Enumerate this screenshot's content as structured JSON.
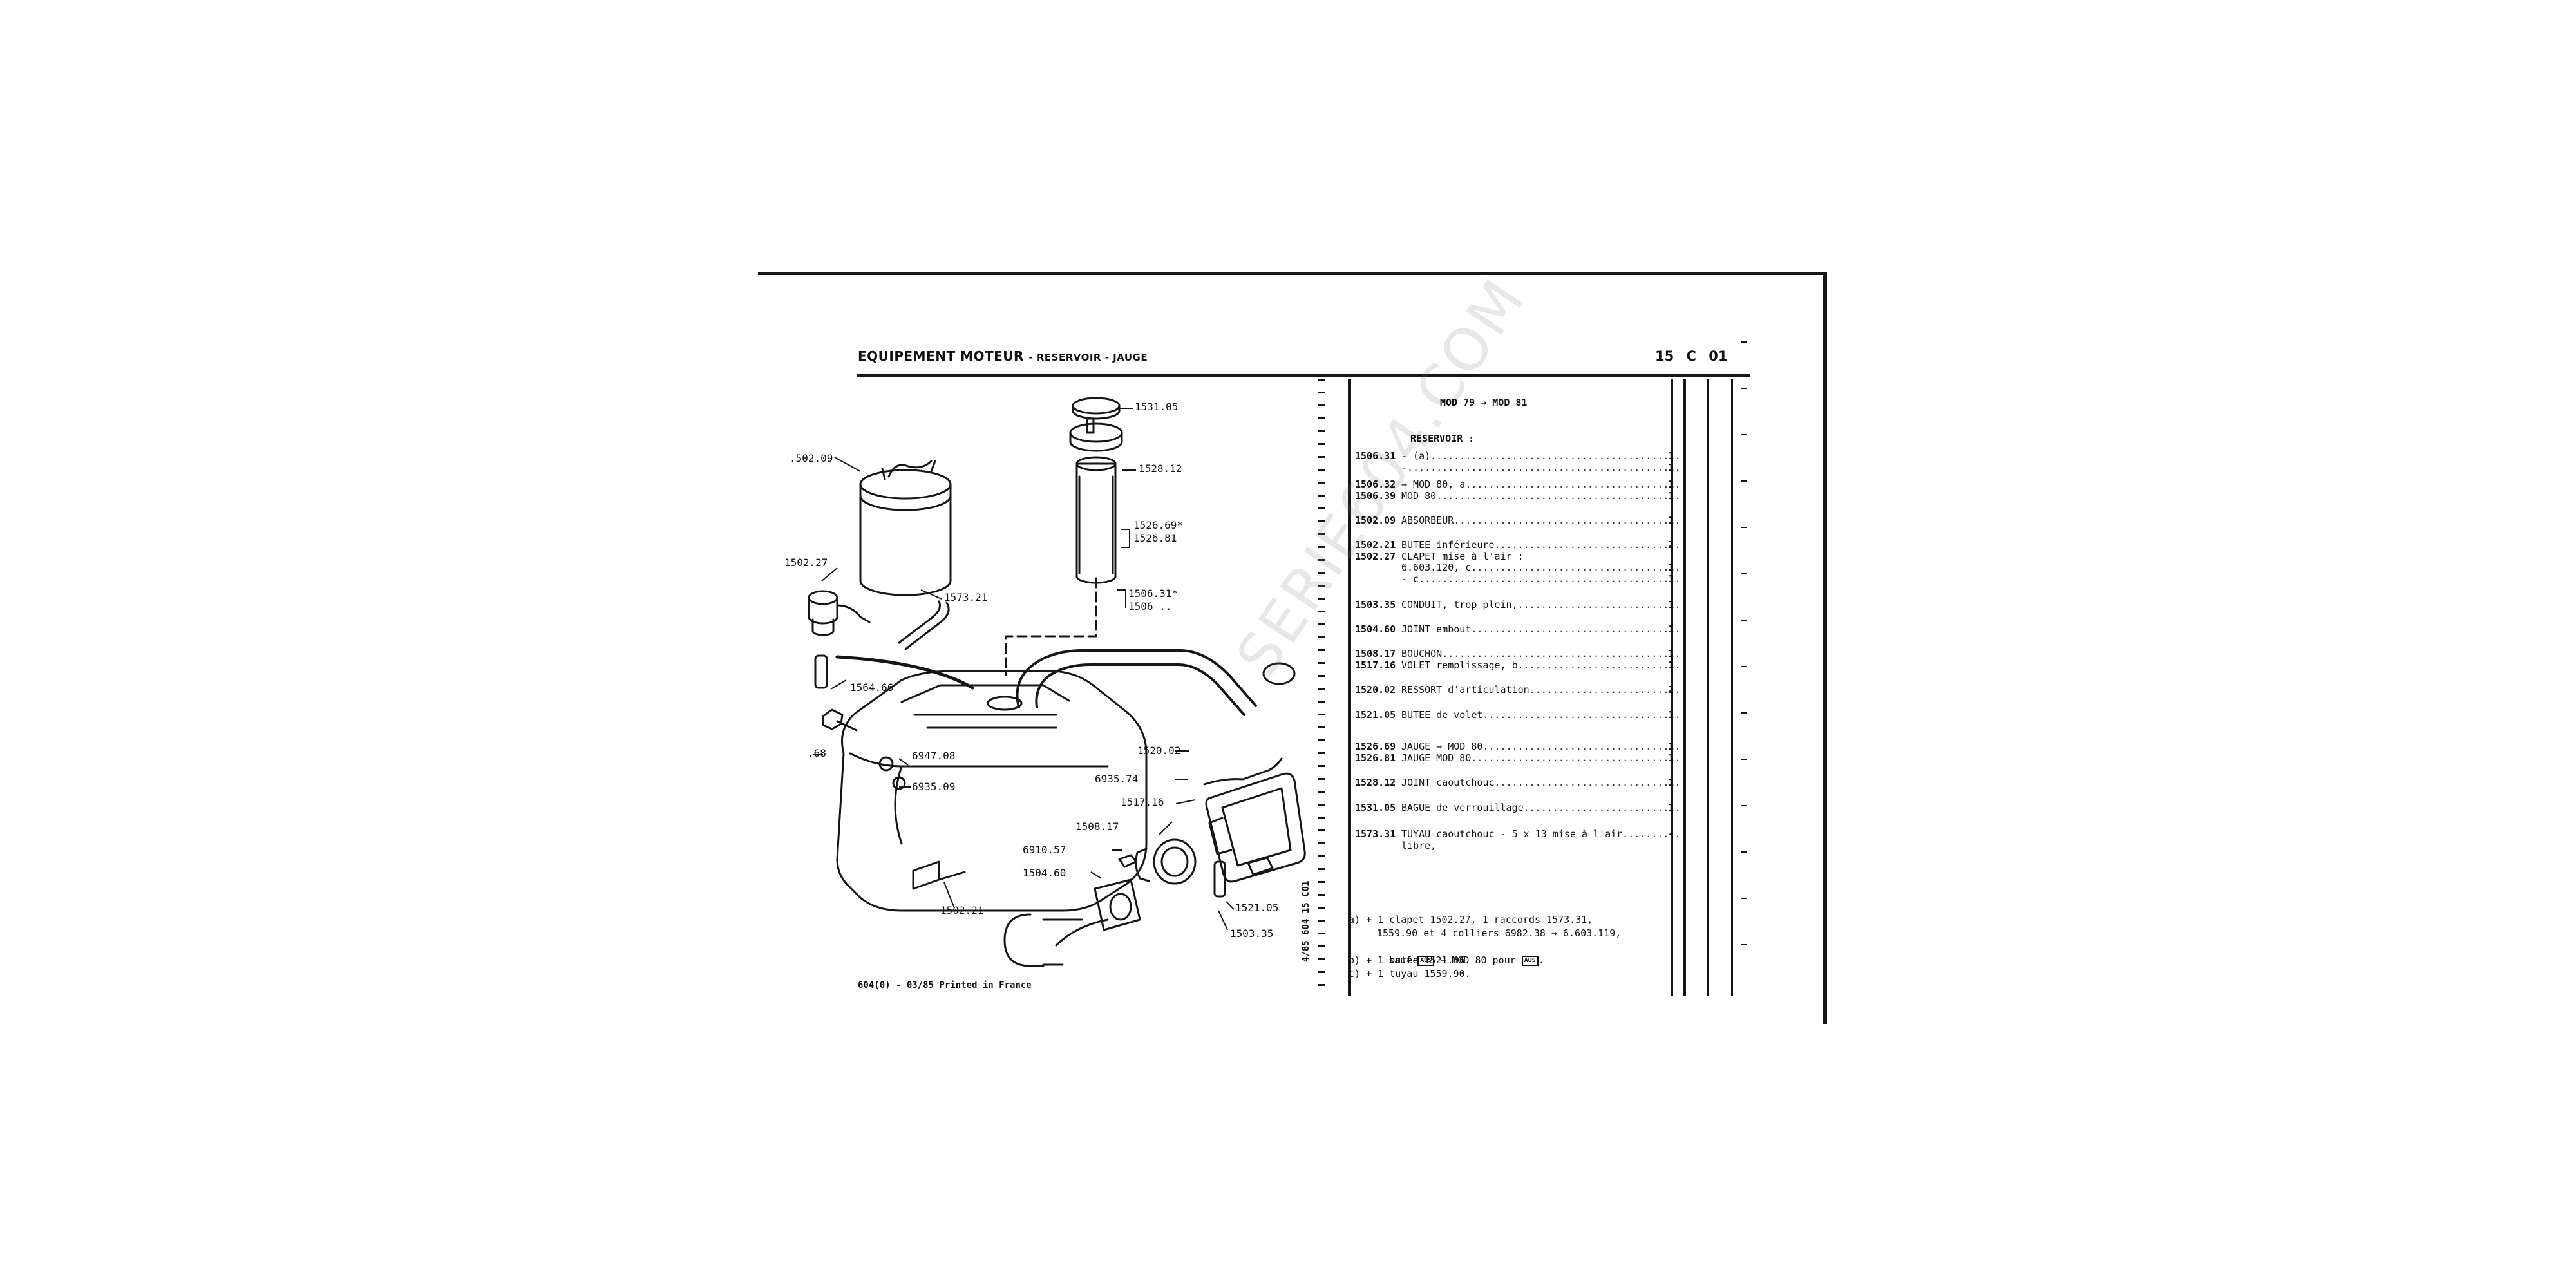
{
  "header": {
    "title_main": "EQUIPEMENT MOTEUR",
    "title_sub": "- RESERVOIR - JAUGE",
    "sheet_code": "15 C 01"
  },
  "model_range": "MOD 79 → MOD 81",
  "section_label": "RESERVOIR :",
  "parts": [
    {
      "ref": "1506.31",
      "desc": "- (a)",
      "qty": "1"
    },
    {
      "ref": "",
      "desc": "-",
      "qty": "1"
    },
    {
      "ref": "1506.32",
      "desc": "→ MOD 80, a.",
      "qty": "1"
    },
    {
      "ref": "1506.39",
      "desc": "MOD 80",
      "qty": "1"
    },
    {
      "ref": "1502.09",
      "desc": "ABSORBEUR",
      "qty": "1"
    },
    {
      "ref": "1502.21",
      "desc": "BUTEE inférieure",
      "qty": "2"
    },
    {
      "ref": "1502.27",
      "desc": "CLAPET mise à l'air :",
      "qty": ""
    },
    {
      "ref": "",
      "desc": "6.603.120, c",
      "qty": "1"
    },
    {
      "ref": "",
      "desc": "- c.",
      "qty": "1"
    },
    {
      "ref": "1503.35",
      "desc": "CONDUIT, trop plein,",
      "qty": "1"
    },
    {
      "ref": "1504.60",
      "desc": "JOINT embout",
      "qty": "1"
    },
    {
      "ref": "1508.17",
      "desc": "BOUCHON",
      "qty": "1"
    },
    {
      "ref": "1517.16",
      "desc": "VOLET remplissage, b.",
      "qty": "1"
    },
    {
      "ref": "1520.02",
      "desc": "RESSORT d'articulation",
      "qty": "2"
    },
    {
      "ref": "1521.05",
      "desc": "BUTEE de volet",
      "qty": "1"
    },
    {
      "ref": "1526.69",
      "desc": "JAUGE → MOD 80",
      "qty": "1"
    },
    {
      "ref": "1526.81",
      "desc": "JAUGE MOD 80",
      "qty": "1"
    },
    {
      "ref": "1528.12",
      "desc": "JOINT caoutchouc",
      "qty": "1"
    },
    {
      "ref": "1531.05",
      "desc": "BAGUE de verrouillage",
      "qty": "1"
    },
    {
      "ref": "1573.31",
      "desc": "TUYAU caoutchouc - 5 x 13 mise à l'air",
      "qty": "-"
    },
    {
      "ref": "",
      "desc": "libre,",
      "qty": ""
    }
  ],
  "notes": {
    "a1": "a) + 1 clapet 1502.27, 1 raccords 1573.31,",
    "a2": "1559.90 et 4 colliers 6982.38 → 6.603.119,",
    "a3_pre": "sauf",
    "a3_box": "AUS",
    "a3_mid": "→ MOD 80 pour",
    "a3_end": ".",
    "b": "b) + 1 butée 1521.06.",
    "c": "c) + 1 tuyau 1559.90."
  },
  "callouts": {
    "c1531_05": "1531.05",
    "c1528_12": "1528.12",
    "c1526_69": "1526.69*",
    "c1526_81": "1526.81",
    "c1506_31": "1506.31*",
    "c1506": "1506 ..",
    "c1502_09": ".502.09",
    "c1502_27": "1502.27",
    "c1573_21": "1573.21",
    "c1564_66": "1564.66",
    "c68": ".68",
    "c6947_08": "6947.08",
    "c6935_09": "6935.09",
    "c1520_02": "1520.02",
    "c6935_74": "6935.74",
    "c1517_16": "1517.16",
    "c1508_17": "1508.17",
    "c6910_57": "6910.57",
    "c1504_60": "1504.60",
    "c1502_21": "1502.21",
    "c1521_05": "1521.05",
    "c1503_35": "1503.35"
  },
  "side_label": "4/85 604 15 C01",
  "footer": "604(0) - 03/85 Printed in France",
  "watermark": "SERIE604.COM"
}
